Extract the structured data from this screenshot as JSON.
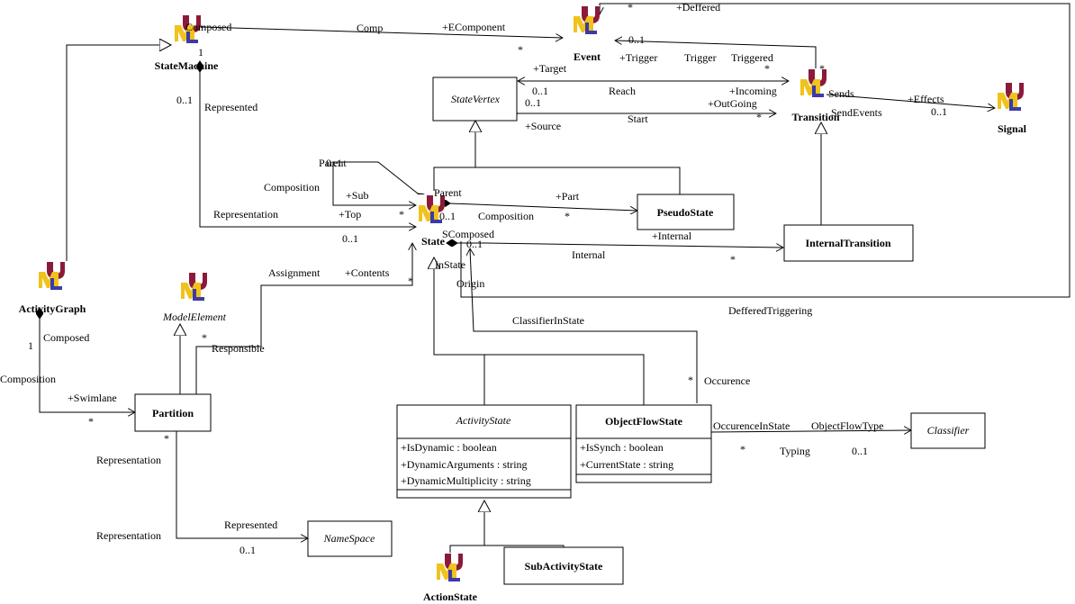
{
  "nodes": {
    "state_machine": {
      "label": "StateMachine"
    },
    "event": {
      "label": "Event"
    },
    "transition": {
      "label": "Transition"
    },
    "signal": {
      "label": "Signal"
    },
    "state": {
      "label": "State"
    },
    "action_state": {
      "label": "ActionState"
    },
    "activity_graph": {
      "label": "ActivityGraph"
    },
    "model_element": {
      "label": "ModelElement"
    },
    "state_vertex": {
      "label": "StateVertex"
    },
    "pseudo_state": {
      "label": "PseudoState"
    },
    "internal_transition": {
      "label": "InternalTransition"
    },
    "partition": {
      "label": "Partition"
    },
    "activity_state": {
      "label": "ActivityState",
      "attributes": [
        "+IsDynamic : boolean",
        "+DynamicArguments : string",
        "+DynamicMultiplicity : string"
      ]
    },
    "object_flow_state": {
      "label": "ObjectFlowState",
      "attributes": [
        "+IsSynch : boolean",
        "+CurrentState : string"
      ]
    },
    "classifier": {
      "label": "Classifier"
    },
    "namespace": {
      "label": "NameSpace"
    },
    "sub_activity_state": {
      "label": "SubActivityState"
    }
  },
  "labels": {
    "composed_top": "Composed",
    "one_top": "1",
    "comp": "Comp",
    "ecomponent": "+EComponent",
    "star_event": "*",
    "star_deffered": "*",
    "deffered": "+Deffered",
    "zero_one_trigger": "0..1",
    "plus_trigger": "+Trigger",
    "trigger": "Trigger",
    "triggered": "Triggered",
    "star_triggered": "*",
    "plus_target": "+Target",
    "zero_one_target": "0..1",
    "reach": "Reach",
    "plus_incoming": "+Incoming",
    "zero_one_source": "0..1",
    "plus_outgoing": "+OutGoing",
    "start": "Start",
    "star_outgoing": "*",
    "plus_source": "+Source",
    "star_sends": "*",
    "sends": "Sends",
    "plus_effects": "+Effects",
    "send_events": "SendEvents",
    "zero_one_effects": "0..1",
    "zero_one_sm": "0..1",
    "represented_sm": "Represented",
    "parent_a": "Parent",
    "zero_one_parent": "0..1",
    "composition_a": "Composition",
    "plus_sub": "+Sub",
    "parent_b": "Parent",
    "plus_part": "+Part",
    "representation_a": "Representation",
    "plus_top": "+Top",
    "star_top": "*",
    "zero_one_state": "0..1",
    "composition_b": "Composition",
    "star_part": "*",
    "scomposed": "SComposed",
    "zero_one_internal": "0..1",
    "plus_internal": "+Internal",
    "zero_one_rep": "0..1",
    "internal": "Internal",
    "star_internal": "*",
    "instate": "InState",
    "origin": "Origin",
    "deffered_triggering": "DefferedTriggering",
    "assignment": "Assignment",
    "plus_contents": "+Contents",
    "star_contents": "*",
    "classifier_in_state": "ClassifierInState",
    "star_responsible": "*",
    "responsible": "Responsible",
    "one_ag": "1",
    "composed_ag": "Composed",
    "composition_ag": "Composition",
    "plus_swimlane": "+Swimlane",
    "star_swimlane": "*",
    "star_occurence": "*",
    "occurence": "Occurence",
    "star_partition": "*",
    "representation_p": "Representation",
    "occurence_in_state": "OccurenceInState",
    "object_flow_type": "ObjectFlowType",
    "star_typing": "*",
    "typing": "Typing",
    "zero_one_typing": "0..1",
    "represented_ns": "Represented",
    "representation_ns": "Representation",
    "zero_one_ns": "0..1"
  },
  "icons": [
    "uml-icon"
  ]
}
